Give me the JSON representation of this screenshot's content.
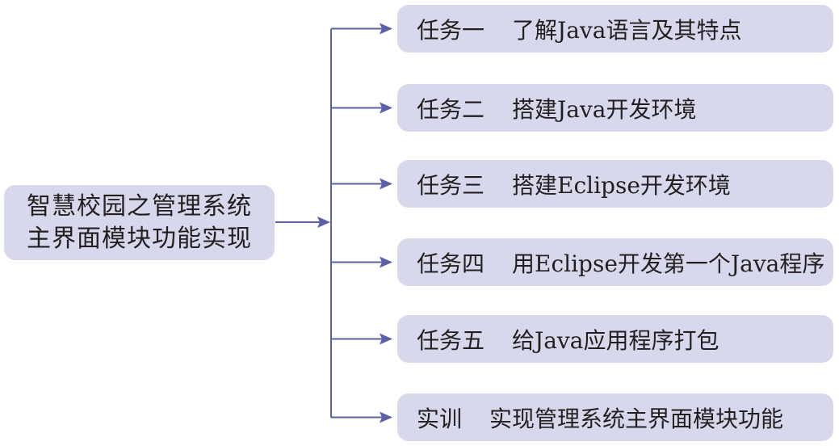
{
  "diagram": {
    "root": {
      "line1": "智慧校园之管理系统",
      "line2": "主界面模块功能实现"
    },
    "tasks": [
      {
        "prefix": "任务一",
        "title": "了解Java语言及其特点"
      },
      {
        "prefix": "任务二",
        "title": "搭建Java开发环境"
      },
      {
        "prefix": "任务三",
        "title": "搭建Eclipse开发环境"
      },
      {
        "prefix": "任务四",
        "title": "用Eclipse开发第一个Java程序"
      },
      {
        "prefix": "任务五",
        "title": "给Java应用程序打包"
      },
      {
        "prefix": "实训",
        "title": "实现管理系统主界面模块功能"
      }
    ],
    "colors": {
      "box_fill": "#d8d8ec",
      "connector": "#5a5fa8",
      "text": "#231f20"
    }
  }
}
